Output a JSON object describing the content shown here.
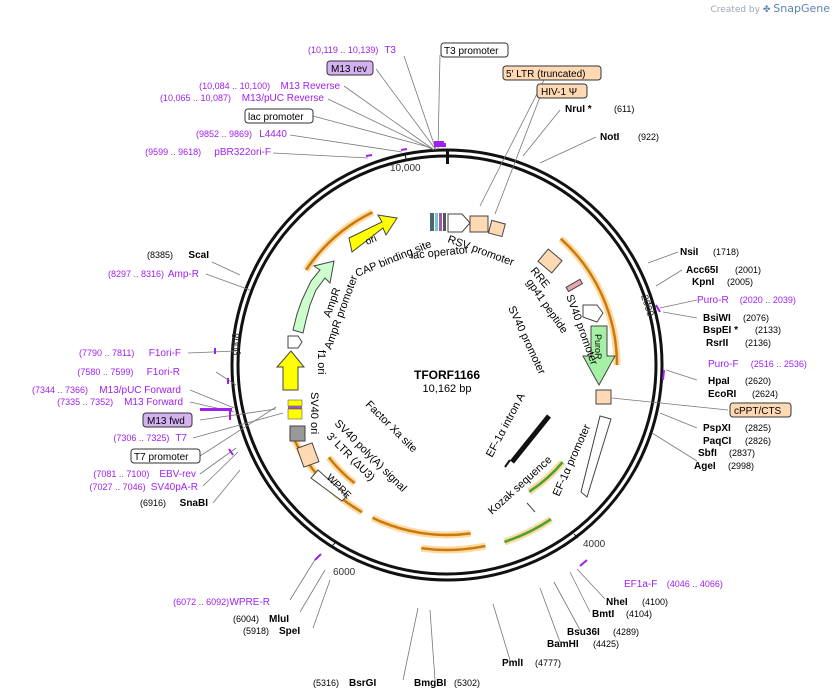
{
  "branding": {
    "created_by": "Created by",
    "app": "SnapGene"
  },
  "plasmid": {
    "name": "TFORF1166",
    "size_label": "10,162 bp",
    "length": 10162
  },
  "colors": {
    "backbone": "#111111",
    "primer": "#a020f0",
    "feature_orange": "#ffd9b3",
    "arrow_green": "#47a32f",
    "arrow_orange": "#c87a0f",
    "ori_yellow": "#ffff00",
    "ampr_green": "#ccffcc",
    "puror_green": "#a6f0a6",
    "enzyme_text": "#000000"
  },
  "tick_labels": [
    "2000",
    "4000",
    "6000",
    "8000",
    "10,000"
  ],
  "enzymes": [
    {
      "name": "NruI *",
      "pos": "(611)"
    },
    {
      "name": "NotI",
      "pos": "(922)"
    },
    {
      "name": "NsiI",
      "pos": "(1718)"
    },
    {
      "name": "Acc65I",
      "pos": "(2001)"
    },
    {
      "name": "KpnI",
      "pos": "(2005)"
    },
    {
      "name": "BsiWI",
      "pos": "(2076)"
    },
    {
      "name": "BspEI *",
      "pos": "(2133)"
    },
    {
      "name": "RsrII",
      "pos": "(2136)"
    },
    {
      "name": "HpaI",
      "pos": "(2620)"
    },
    {
      "name": "EcoRI",
      "pos": "(2624)"
    },
    {
      "name": "PspXI",
      "pos": "(2825)"
    },
    {
      "name": "PaqCI",
      "pos": "(2826)"
    },
    {
      "name": "SbfI",
      "pos": "(2837)"
    },
    {
      "name": "AgeI",
      "pos": "(2998)"
    },
    {
      "name": "NheI",
      "pos": "(4100)"
    },
    {
      "name": "BmtI",
      "pos": "(4104)"
    },
    {
      "name": "Bsu36I",
      "pos": "(4289)"
    },
    {
      "name": "BamHI",
      "pos": "(4425)"
    },
    {
      "name": "PmlI",
      "pos": "(4777)"
    },
    {
      "name": "BmgBI",
      "pos": "(5302)"
    },
    {
      "name": "BsrGI",
      "pos": "(5316)"
    },
    {
      "name": "SpeI",
      "pos": "(5918)"
    },
    {
      "name": "MluI",
      "pos": "(6004)"
    },
    {
      "name": "SnaBI",
      "pos": "(6916)"
    },
    {
      "name": "ScaI",
      "pos": "(8385)"
    }
  ],
  "primers": [
    {
      "name": "T3",
      "range": "(10,119 .. 10,139)"
    },
    {
      "name": "M13 Reverse",
      "range": "(10,084 .. 10,100)"
    },
    {
      "name": "M13/pUC Reverse",
      "range": "(10,065 .. 10,087)"
    },
    {
      "name": "L4440",
      "range": "(9852 .. 9869)"
    },
    {
      "name": "pBR322ori-F",
      "range": "(9599 .. 9618)"
    },
    {
      "name": "Puro-R",
      "range": "(2020 .. 2039)"
    },
    {
      "name": "Puro-F",
      "range": "(2516 .. 2536)"
    },
    {
      "name": "EF1a-F",
      "range": "(4046 .. 4066)"
    },
    {
      "name": "WPRE-R",
      "range": "(6072 .. 6092)"
    },
    {
      "name": "SV40pA-R",
      "range": "(7027 .. 7046)"
    },
    {
      "name": "EBV-rev",
      "range": "(7081 .. 7100)"
    },
    {
      "name": "T7",
      "range": "(7306 .. 7325)"
    },
    {
      "name": "M13 Forward",
      "range": "(7335 .. 7352)"
    },
    {
      "name": "M13/pUC Forward",
      "range": "(7344 .. 7366)"
    },
    {
      "name": "F1ori-R",
      "range": "(7580 .. 7599)"
    },
    {
      "name": "F1ori-F",
      "range": "(7790 .. 7811)"
    },
    {
      "name": "Amp-R",
      "range": "(8297 .. 8316)"
    }
  ],
  "boxed_labels": {
    "t3_promoter": "T3 promoter",
    "m13_rev": "M13 rev",
    "ltr_truncated": "5′ LTR (truncated)",
    "hiv1_psi": "HIV-1 Ψ",
    "lac_promoter": "lac promoter",
    "cppt_cts": "cPPT/CTS",
    "m13_fwd": "M13 fwd",
    "t7_promoter": "T7 promoter"
  },
  "inner_labels": {
    "ori": "ori",
    "cap_binding_site": "CAP binding site",
    "lac_operator": "lac operator",
    "rsv_promoter": "RSV promoter",
    "rre": "RRE",
    "gp41_peptide": "gp41 peptide",
    "sv40_promoter_a": "SV40 promoter",
    "sv40_promoter_b": "SV40 promoter",
    "puror": "PuroR",
    "ampr": "AmpR",
    "ampr_promoter": "AmpR promoter",
    "f1_ori": "f1 ori",
    "sv40_ori": "SV40 ori",
    "factor_xa_site": "Factor Xa site",
    "sv40_polya": "SV40 poly(A) signal",
    "ltr_3": "3′ LTR (ΔU3)",
    "wpre": "WPRE",
    "ef1a_intron": "EF-1α intron A",
    "ef1a_promoter": "EF-1α promoter",
    "kozak": "Kozak sequence"
  }
}
